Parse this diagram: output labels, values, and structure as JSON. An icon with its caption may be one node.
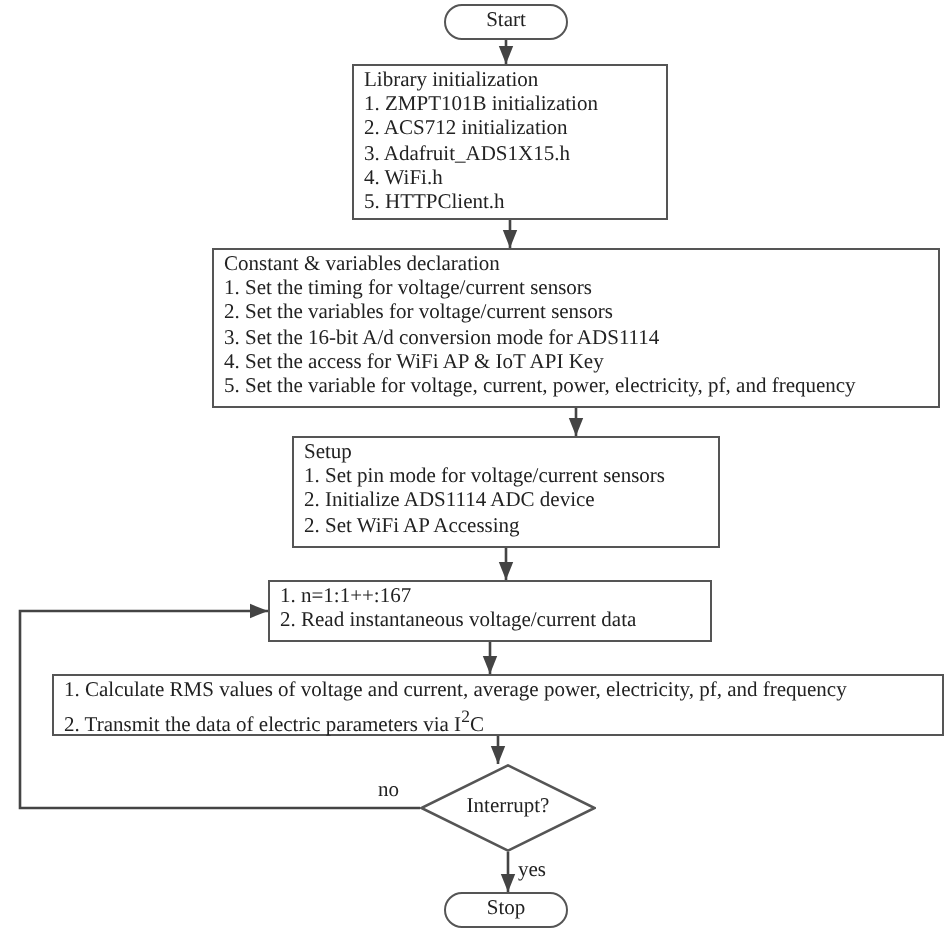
{
  "diagram": {
    "nodes": [
      {
        "text": [
          "Start"
        ]
      },
      {
        "text": [
          "Library initialization",
          "1. ZMPT101B initialization",
          "2. ACS712 initialization",
          "3. Adafruit_ADS1X15.h",
          "4. WiFi.h",
          "5. HTTPClient.h"
        ]
      },
      {
        "text": [
          "Constant & variables declaration",
          "1. Set the timing for voltage/current sensors",
          "2. Set the variables for voltage/current sensors",
          "3. Set the 16-bit A/d conversion mode for ADS1114",
          "4. Set the access for WiFi AP & IoT API Key",
          "5. Set the variable for voltage, current, power, electricity, pf, and frequency"
        ]
      },
      {
        "text": [
          "Setup",
          "1. Set pin mode for voltage/current sensors",
          "2. Initialize ADS1114 ADC device",
          "2. Set WiFi AP Accessing"
        ]
      },
      {
        "text": [
          "1.  n=1:1++:167",
          "2. Read instantaneous voltage/current data"
        ]
      },
      {
        "text": [
          "1. Calculate RMS values of voltage and current, average power, electricity, pf, and frequency",
          "2. Transmit the data of electric parameters via I$^{2}$C"
        ]
      },
      {
        "text": [
          "Interrupt?"
        ]
      },
      {
        "text": [
          "Stop"
        ]
      }
    ],
    "edges": [
      {
        "from": 0,
        "to": 1,
        "arrow": "to"
      },
      {
        "from": 1,
        "to": 2,
        "arrow": "to"
      },
      {
        "from": 2,
        "to": 3,
        "arrow": "to"
      },
      {
        "from": 3,
        "to": 4,
        "arrow": "to"
      },
      {
        "from": 4,
        "to": 5,
        "arrow": "to"
      },
      {
        "from": 5,
        "to": 6,
        "arrow": "to"
      },
      {
        "from": 6,
        "to": 7,
        "arrow": "to",
        "label": "yes"
      },
      {
        "from": 6,
        "to": 4,
        "arrow": "to",
        "label": "no"
      }
    ]
  }
}
